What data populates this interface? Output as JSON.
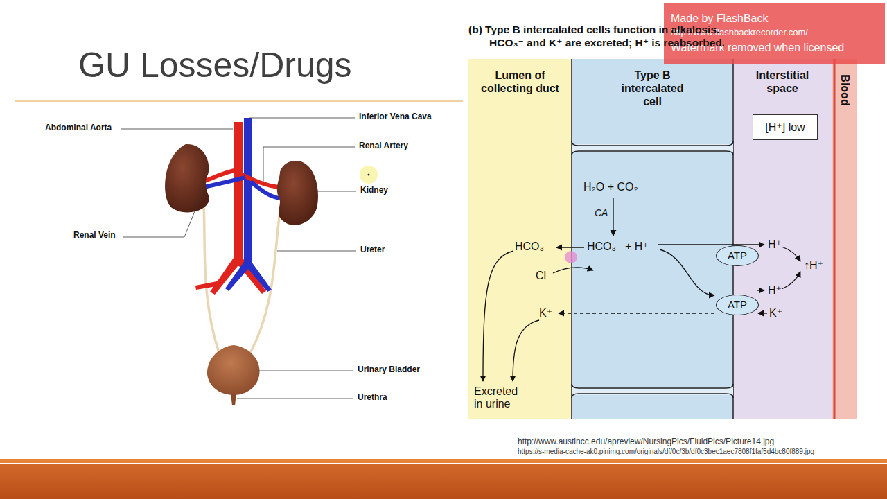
{
  "diagram": {
    "title": "GU Losses/Drugs",
    "nodes": [
      {
        "text": [
          "Lumen of collecting duct"
        ]
      },
      {
        "text": [
          "Type B intercalated cell"
        ]
      },
      {
        "text": [
          "Interstitial space"
        ]
      },
      {
        "text": [
          "Blood"
        ]
      },
      {
        "text": [
          "[H⁺] low"
        ],
        "in": 2
      },
      {
        "text": [
          "ATP"
        ]
      },
      {
        "text": [
          "ATP"
        ]
      },
      {
        "text": [
          "Made by FlashBack",
          "http://www.flashbackrecorder.com/",
          "Watermark removed when licensed"
        ]
      }
    ],
    "labels": [
      "Abdominal Aorta",
      "Inferior Vena Cava",
      "Renal Artery",
      "Kidney",
      "Renal Vein",
      "Ureter",
      "Urinary Bladder",
      "Urethra",
      "(b) Type B intercalated cells function in alkalosis.",
      "HCO₃⁻ and K⁺ are excreted; H⁺ is reabsorbed.",
      "H₂O + CO₂",
      "CA",
      "HCO₃⁻ + H⁺",
      "HCO₃⁻",
      "Cl⁻",
      "H⁺",
      "↑H⁺",
      "H⁺",
      "K⁺",
      "K⁺",
      "Excreted in urine",
      "http://www.austincc.edu/apreview/NursingPics/FluidPics/Picture14.jpg",
      "https://s-media-cache-ak0.pinimg.com/originals/df/0c/3b/df0c3bec1aec7808f1faf5d4bc80f889.jpg"
    ]
  }
}
